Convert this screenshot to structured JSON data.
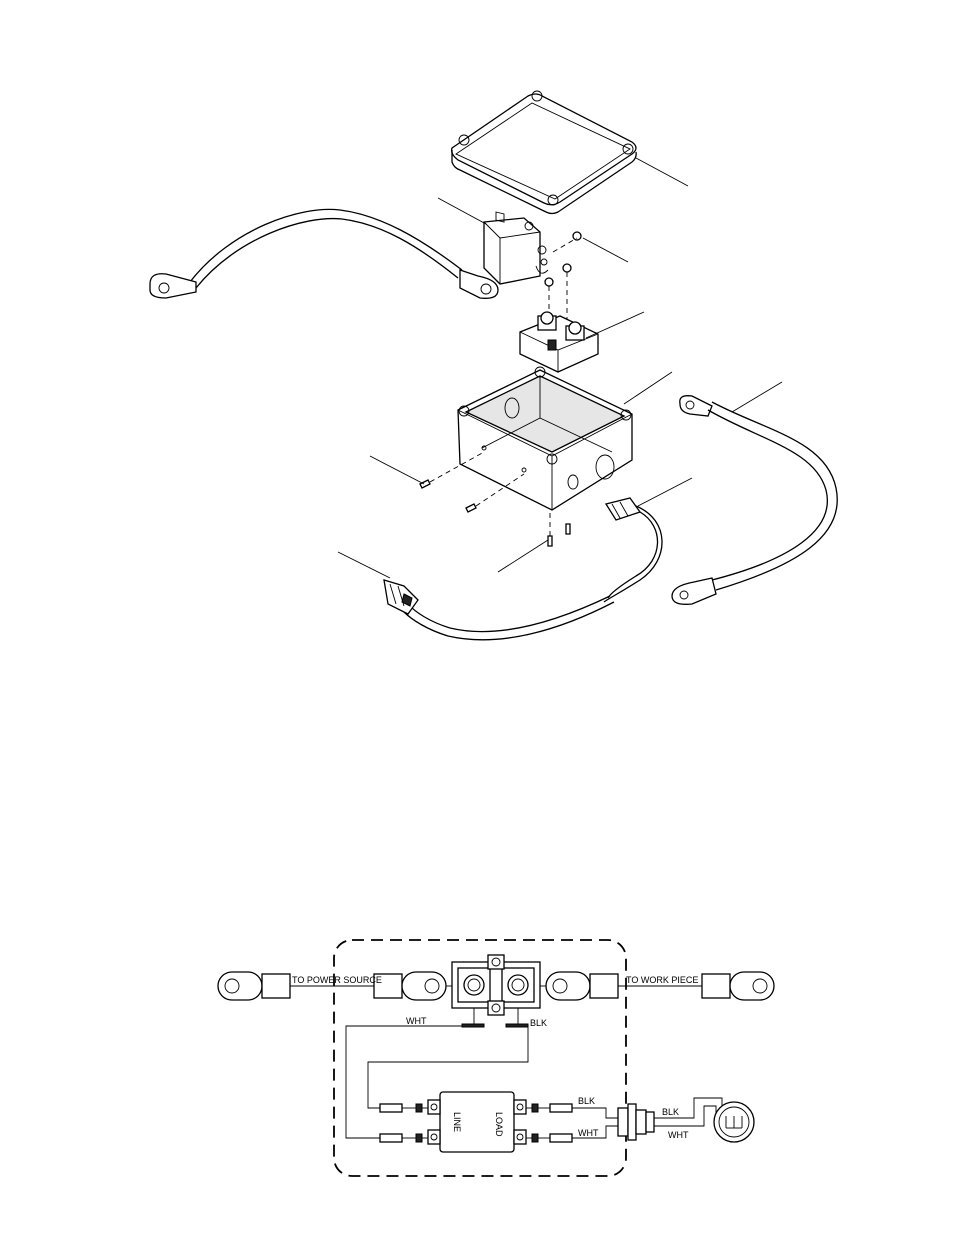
{
  "schematic": {
    "to_power_source": "TO POWER SOURCE",
    "to_work_piece": "TO WORK PIECE",
    "wht_top": "WHT",
    "blk_top": "BLK",
    "line": "LINE",
    "load": "LOAD",
    "blk_right": "BLK",
    "wht_right": "WHT",
    "blk_plug": "BLK",
    "wht_plug": "WHT"
  }
}
